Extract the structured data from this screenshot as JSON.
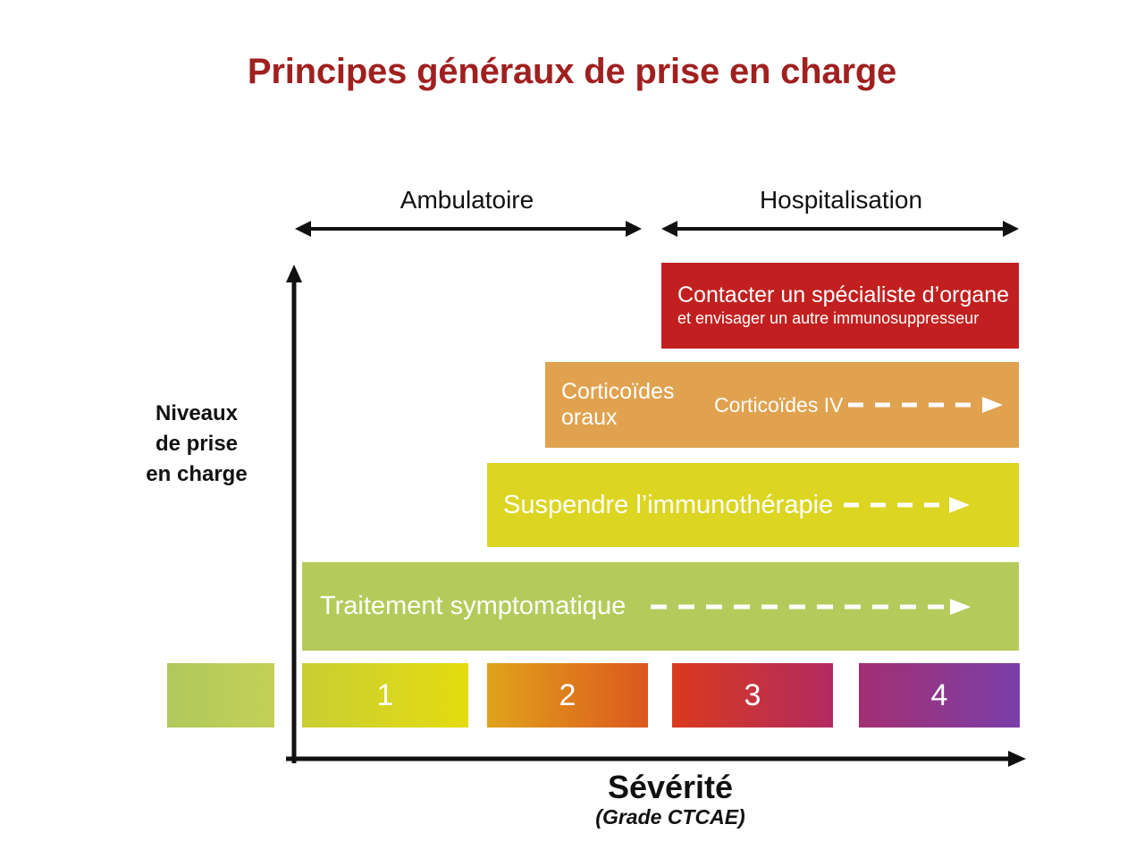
{
  "title": "Principes généraux de prise en charge",
  "colors": {
    "title": "#A02020",
    "red_bar": "#C22020",
    "orange_bar": "#E0A24F",
    "yellow_bar": "#DCD522",
    "green_bar": "#B4CB5B",
    "axis": "#111111"
  },
  "phases": [
    {
      "label": "Ambulatoire",
      "icon": "double-arrow-horizontal"
    },
    {
      "label": "Hospitalisation",
      "icon": "double-arrow-horizontal"
    }
  ],
  "axes": {
    "y_title_lines": [
      "Niveaux",
      "de prise",
      "en charge"
    ],
    "x_title": "Sévérité",
    "x_subtitle": "(Grade CTCAE)"
  },
  "levels": [
    {
      "id": "specialist",
      "color": "#C22020",
      "primary": "Contacter un spécialiste d’organe",
      "secondary": "et envisager un autre immunosuppresseur",
      "has_dashed_arrow": false
    },
    {
      "id": "corticoids",
      "color": "#E0A24F",
      "primary": "Corticoïdes\noraux",
      "secondary": "Corticoïdes IV",
      "has_dashed_arrow": true
    },
    {
      "id": "suspend-immunotherapy",
      "color": "#DCD522",
      "primary": "Suspendre l’immunothérapie",
      "secondary": "",
      "has_dashed_arrow": true
    },
    {
      "id": "symptomatic-treatment",
      "color": "#B4CB5B",
      "primary": "Traitement symptomatique",
      "secondary": "",
      "has_dashed_arrow": true
    }
  ],
  "grades": [
    {
      "label": "",
      "name": "grade-0"
    },
    {
      "label": "1",
      "name": "grade-1"
    },
    {
      "label": "2",
      "name": "grade-2"
    },
    {
      "label": "3",
      "name": "grade-3"
    },
    {
      "label": "4",
      "name": "grade-4"
    }
  ]
}
